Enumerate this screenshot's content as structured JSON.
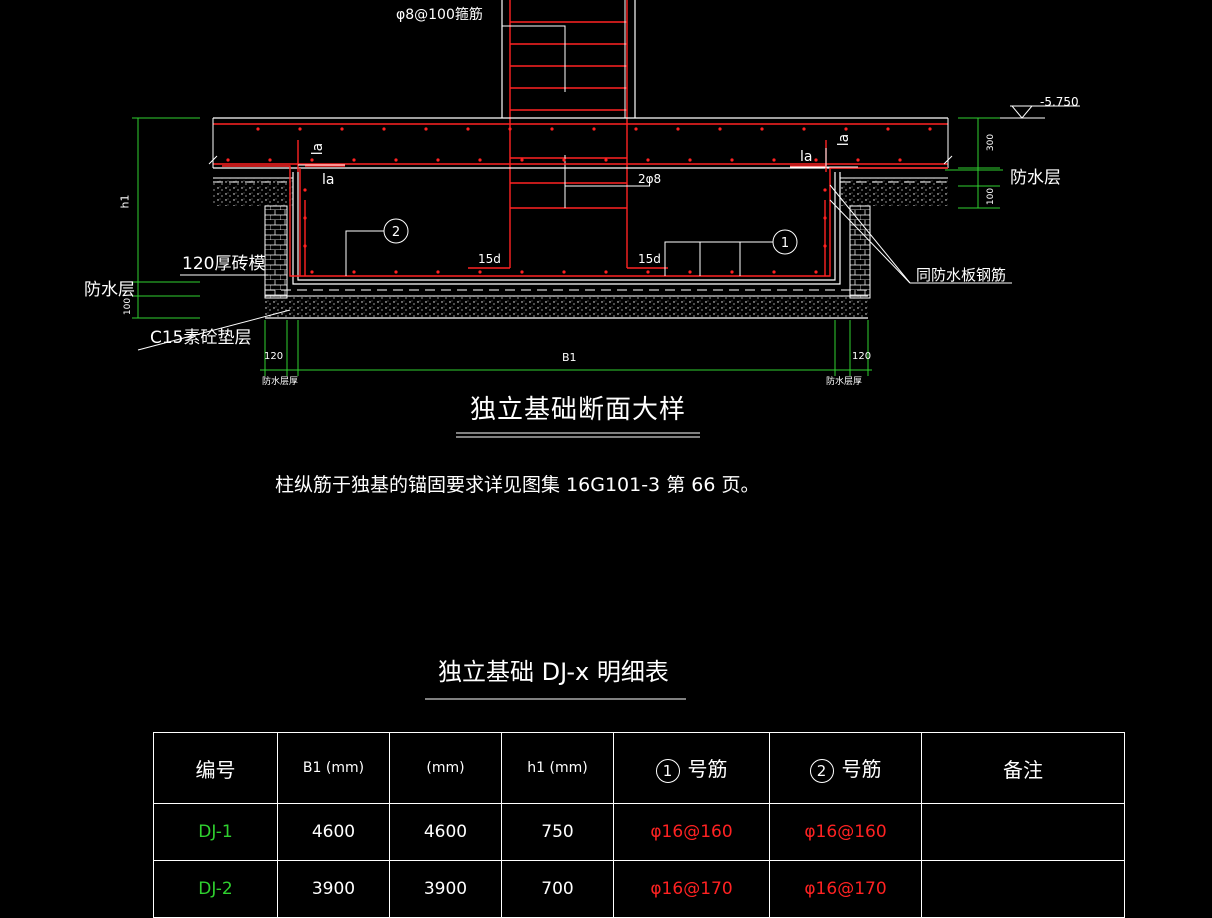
{
  "drawing": {
    "stirrup_label": "φ8@100箍筋",
    "elevation_label": "-5.750",
    "h1_label": "h1",
    "la_labels": [
      "la",
      "la",
      "la",
      "la"
    ],
    "bar_label_2phi8": "2φ8",
    "len_15d": [
      "15d",
      "15d"
    ],
    "bar_markers": [
      "1",
      "2"
    ],
    "dim_300": "300",
    "dim_100_right": "100",
    "dim_100_left": "100",
    "waterproof_right": "防水层",
    "waterproof_left": "防水层",
    "brick_mold": "120厚砖模",
    "cushion": "C15素砼垫层",
    "same_as_slab": "同防水板钢筋",
    "dim_120_left": "120",
    "dim_120_right": "120",
    "dim_B1": "B1",
    "wp_thickness_left": "防水层厚",
    "wp_thickness_right": "防水层厚",
    "section_title": "独立基础断面大样",
    "note": "柱纵筋于独基的锚固要求详见图集 16G101-3 第 66 页。"
  },
  "table": {
    "title": "独立基础 DJ-x 明细表",
    "headers": [
      "编号",
      "B1 (mm)",
      "(mm)",
      "h1 (mm)",
      "号筋",
      "号筋",
      "备注"
    ],
    "header_circles": [
      "1",
      "2"
    ],
    "rows": [
      {
        "id": "DJ-1",
        "b1": "4600",
        "b2": "4600",
        "h1": "750",
        "bar1": "φ16@160",
        "bar2": "φ16@160",
        "note": ""
      },
      {
        "id": "DJ-2",
        "b1": "3900",
        "b2": "3900",
        "h1": "700",
        "bar1": "φ16@170",
        "bar2": "φ16@170",
        "note": ""
      }
    ]
  },
  "colors": {
    "background": "#000000",
    "line_white": "#ffffff",
    "rebar_red": "#ff2222",
    "dimension_green": "#2fd12f"
  }
}
